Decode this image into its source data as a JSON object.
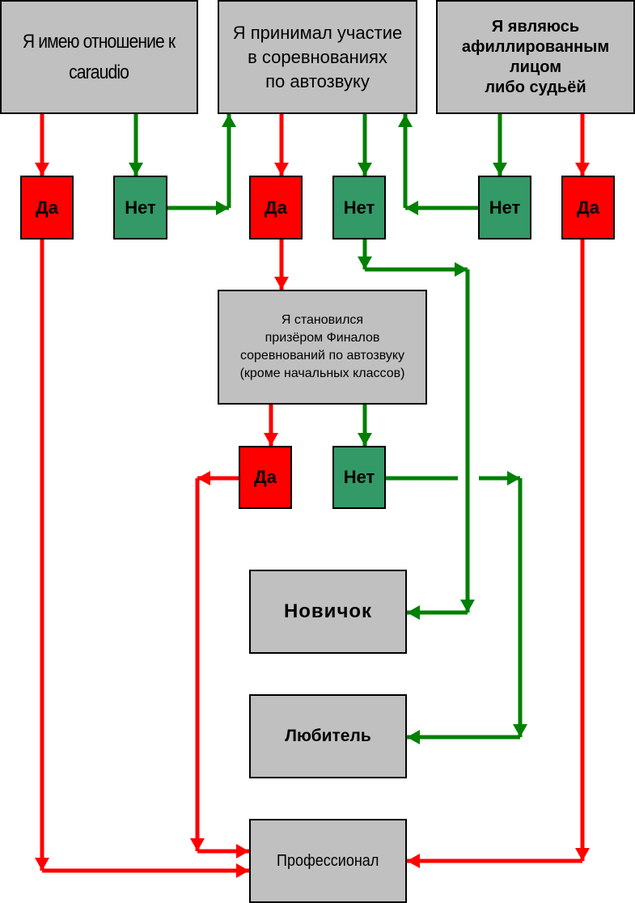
{
  "diagram": {
    "colors": {
      "yes_fill": "#ff0000",
      "no_fill": "#339966",
      "node_fill": "#c0c0c0",
      "yes_arrow": "#ff0000",
      "no_arrow": "#008000"
    },
    "questions": {
      "q1": "Я имею отношение к\ncaraudio",
      "q2": "Я принимал участие\nв соревнованиях\nпо автозвуку",
      "q3": "Я являюсь\nафиллированным\nлицом\nлибо судьёй",
      "q4": "Я становился\nпризёром Финалов\nсоревнований по автозвуку\n(кроме начальных классов)"
    },
    "answers": {
      "yes": "Да",
      "no": "Нет"
    },
    "results": {
      "novice": "Новичок",
      "amateur": "Любитель",
      "professional": "Профессионал"
    },
    "edges": [
      {
        "from": "q1",
        "to": "q1-yes",
        "kind": "yes"
      },
      {
        "from": "q1",
        "to": "q1-no",
        "kind": "no"
      },
      {
        "from": "q1-no",
        "to": "q2",
        "kind": "no"
      },
      {
        "from": "q1-yes",
        "to": "professional",
        "kind": "yes"
      },
      {
        "from": "q2",
        "to": "q2-yes",
        "kind": "yes"
      },
      {
        "from": "q2",
        "to": "q2-no",
        "kind": "no"
      },
      {
        "from": "q2-yes",
        "to": "q4",
        "kind": "yes"
      },
      {
        "from": "q2-no",
        "to": "novice",
        "kind": "no"
      },
      {
        "from": "q3",
        "to": "q3-no",
        "kind": "no"
      },
      {
        "from": "q3",
        "to": "q3-yes",
        "kind": "yes"
      },
      {
        "from": "q3-no",
        "to": "q2",
        "kind": "no"
      },
      {
        "from": "q3-yes",
        "to": "professional",
        "kind": "yes"
      },
      {
        "from": "q4",
        "to": "q4-yes",
        "kind": "yes"
      },
      {
        "from": "q4",
        "to": "q4-no",
        "kind": "no"
      },
      {
        "from": "q4-yes",
        "to": "professional",
        "kind": "yes"
      },
      {
        "from": "q4-no",
        "to": "amateur",
        "kind": "no"
      }
    ]
  }
}
